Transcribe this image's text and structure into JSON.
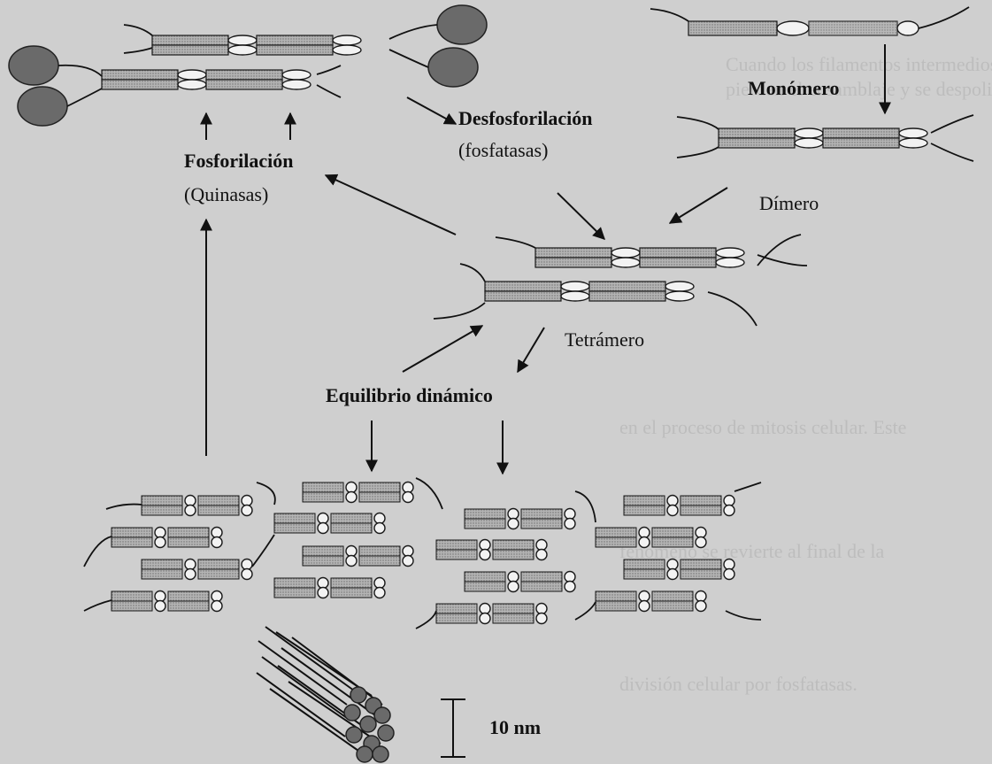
{
  "labels": {
    "monomero": "Monómero",
    "dimero": "Dímero",
    "tetramero": "Tetrámero",
    "fosforilacion": "Fosforilación",
    "quinasas": "(Quinasas)",
    "desfosforilacion": "Desfosforilación",
    "fosfatasas": "(fosfatasas)",
    "equilibrio": "Equilibrio dinámico",
    "scale": "10 nm"
  },
  "background_text": [
    "Cuando los filamentos intermedios son fosforilados,",
    "pierden el ensamblaje y se despolimerizan,",
    "en el proceso de mitosis celular. Este",
    "fenómeno se revierte al final de la",
    "división celular por fosfatasas."
  ],
  "colors": {
    "background": "#cfcfcf",
    "rod": "#a9a9a9",
    "head": "#6a6a6a",
    "ink": "#111111"
  }
}
